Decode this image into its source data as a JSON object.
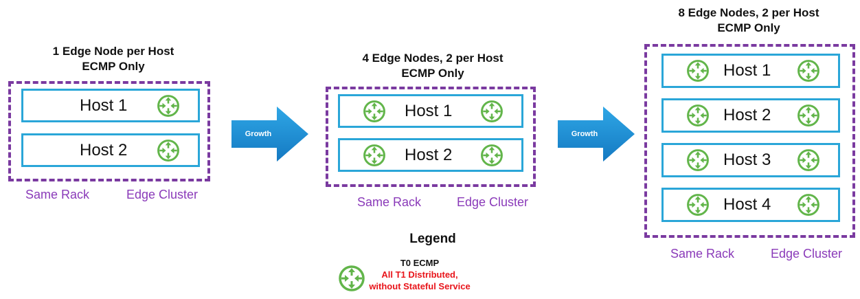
{
  "colors": {
    "cluster_border": "#7a3aa0",
    "host_border": "#2aa6d8",
    "router_green": "#62b54a",
    "caption_purple": "#8a3ab9",
    "arrow_blue": "#1e8ed4",
    "legend_red": "#e8141a"
  },
  "icons": {
    "router": "router-icon"
  },
  "stages": [
    {
      "title_line1": "1 Edge Node per Host",
      "title_line2": "ECMP Only",
      "hosts": [
        "Host 1",
        "Host 2"
      ],
      "caption_left": "Same Rack",
      "caption_right": "Edge Cluster"
    },
    {
      "title_line1": "4 Edge Nodes, 2 per Host",
      "title_line2": "ECMP Only",
      "hosts": [
        "Host 1",
        "Host 2"
      ],
      "caption_left": "Same Rack",
      "caption_right": "Edge Cluster"
    },
    {
      "title_line1": "8 Edge Nodes, 2 per Host",
      "title_line2": "ECMP Only",
      "hosts": [
        "Host 1",
        "Host 2",
        "Host 3",
        "Host 4"
      ],
      "caption_left": "Same Rack",
      "caption_right": "Edge Cluster"
    }
  ],
  "arrows": [
    "Growth",
    "Growth"
  ],
  "legend": {
    "title": "Legend",
    "line1": "T0 ECMP",
    "line2": "All T1 Distributed,",
    "line3": "without Stateful Service"
  }
}
